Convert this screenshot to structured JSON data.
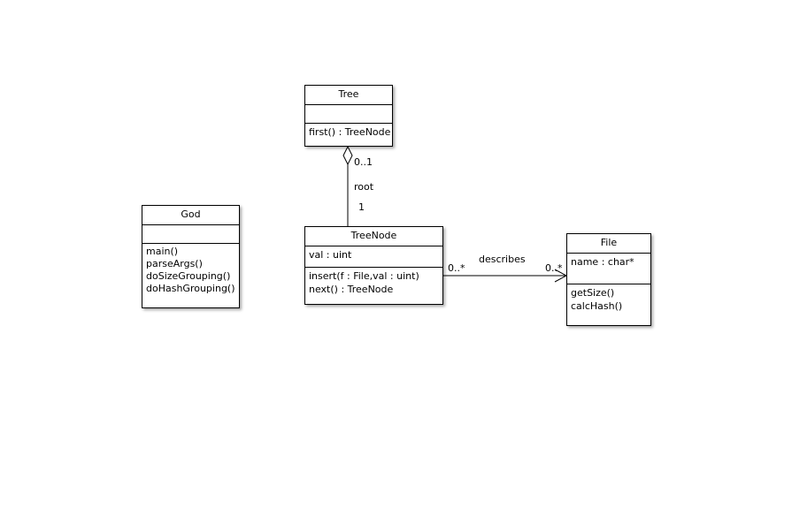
{
  "classes": {
    "tree": {
      "name": "Tree",
      "attributes": [],
      "operations": [
        "first() : TreeNode"
      ]
    },
    "god": {
      "name": "God",
      "attributes": [],
      "operations": [
        "main()",
        "parseArgs()",
        "doSizeGrouping()",
        "doHashGrouping()"
      ]
    },
    "treenode": {
      "name": "TreeNode",
      "attributes": [
        "val : uint"
      ],
      "operations": [
        "insert(f : File,val : uint)",
        "next() : TreeNode"
      ]
    },
    "file": {
      "name": "File",
      "attributes": [
        "name : char*"
      ],
      "operations": [
        "getSize()",
        "calcHash()"
      ]
    }
  },
  "associations": {
    "tree_treenode": {
      "kind": "aggregation",
      "source_multiplicity": "0..1",
      "role": "root",
      "target_multiplicity": "1"
    },
    "treenode_file": {
      "kind": "directed-association",
      "name": "describes",
      "source_multiplicity": "0..*",
      "target_multiplicity": "0..*"
    }
  }
}
